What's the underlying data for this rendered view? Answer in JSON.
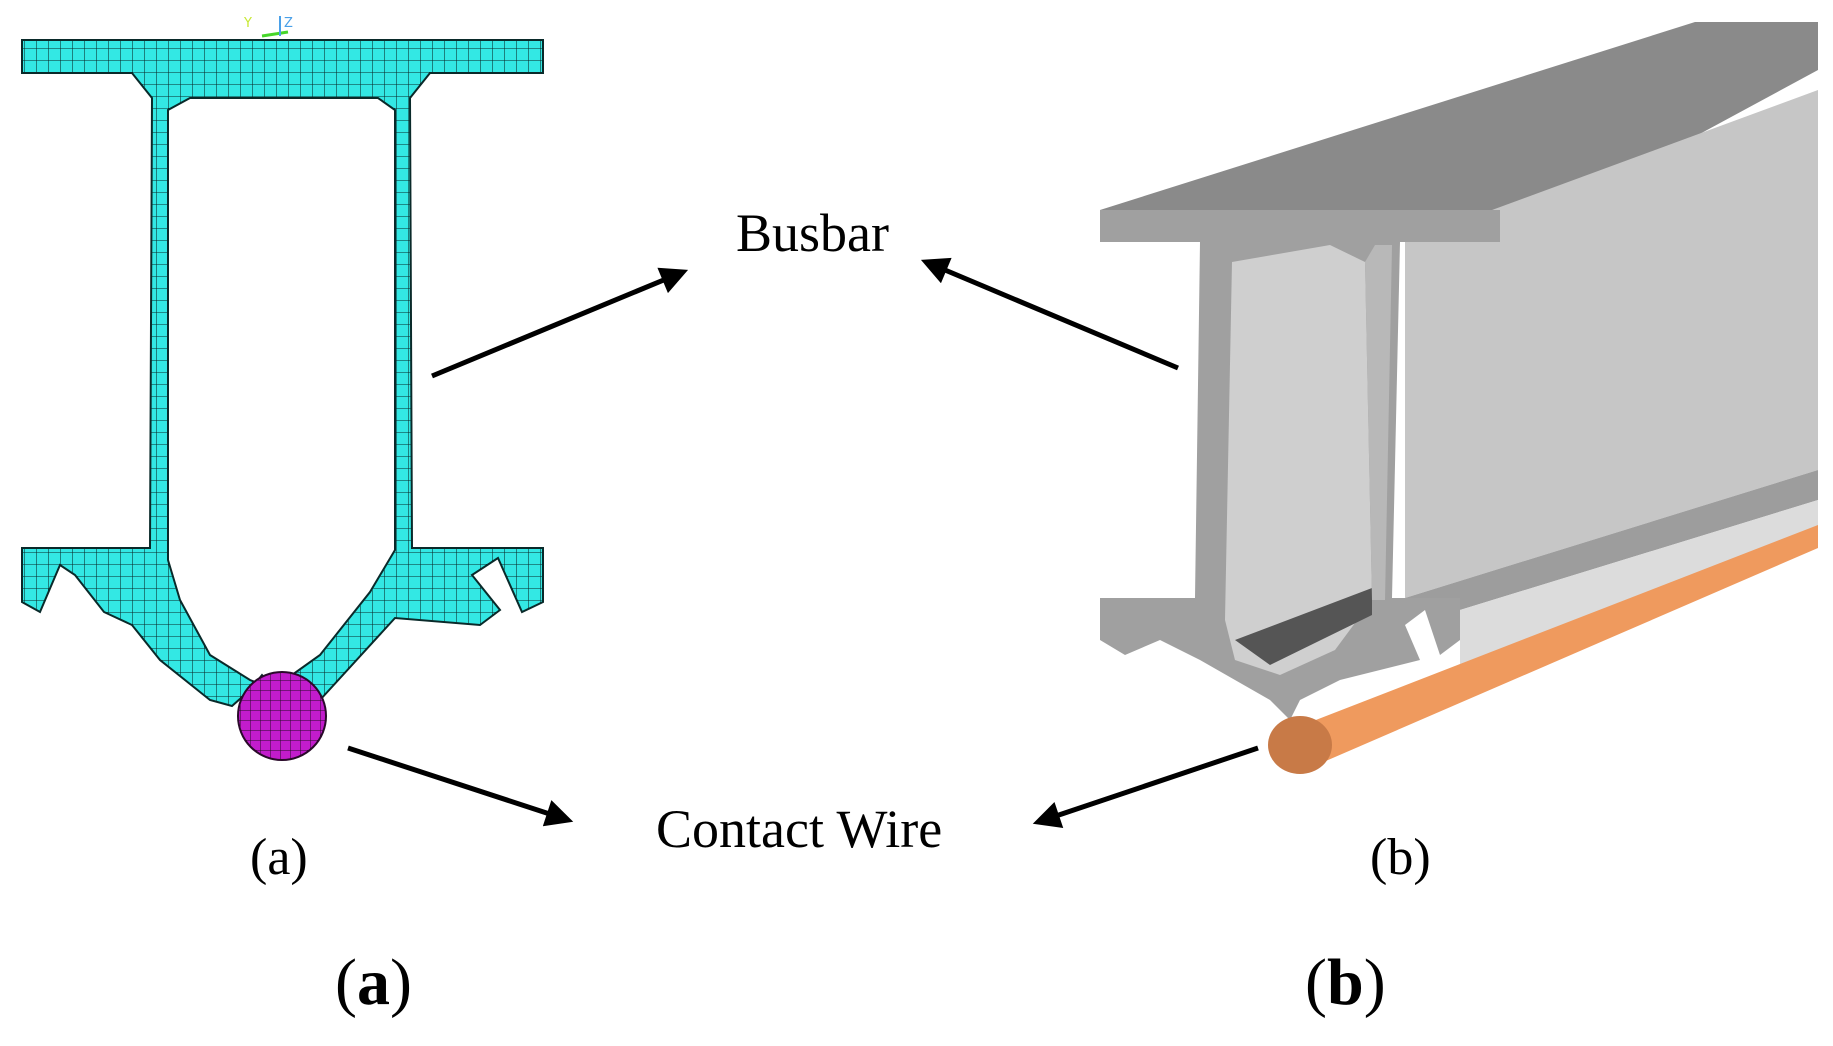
{
  "labels": {
    "busbar": "Busbar",
    "contact_wire": "Contact Wire",
    "sub_a": "(a)",
    "sub_b": "(b)"
  },
  "panel_labels": {
    "a": {
      "open": "(",
      "letter": "a",
      "close": ")"
    },
    "b": {
      "open": "(",
      "letter": "b",
      "close": ")"
    }
  },
  "axis_triad": {
    "y": "Y",
    "z": "Z"
  },
  "colors": {
    "mesh_fill": "#33e8e4",
    "mesh_lines": "#0a2a2a",
    "wire_mesh": "#c21ccc",
    "model_dark": "#888888",
    "model_mid": "#a7a7a7",
    "model_light": "#c8c8c8",
    "wire_3d": "#ef9a5e",
    "arrows": "#000000"
  }
}
